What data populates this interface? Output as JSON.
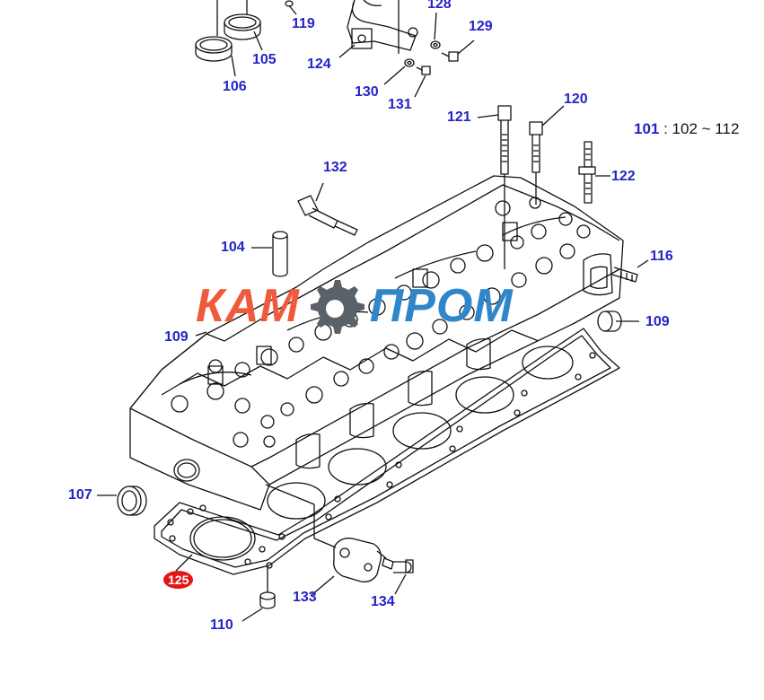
{
  "callouts": {
    "c119": "119",
    "c105": "105",
    "c106": "106",
    "c128": "128",
    "c129": "129",
    "c124": "124",
    "c130": "130",
    "c131": "131",
    "c121": "121",
    "c120": "120",
    "c122": "122",
    "c132": "132",
    "c104": "104",
    "c116": "116",
    "c109a": "109",
    "c109b": "109",
    "c107": "107",
    "c125": "125",
    "c133": "133",
    "c134": "134",
    "c110": "110"
  },
  "legend": {
    "ref": "101",
    "range": ": 102 ~ 112"
  },
  "watermark": {
    "left_text": "КАМ",
    "right_text": "ПРОМ"
  },
  "colors": {
    "callout": "#2424c8",
    "selected_bg": "#e21616",
    "wm_left": "#f05a3c",
    "wm_right": "#2f86c8",
    "line": "#111111"
  }
}
